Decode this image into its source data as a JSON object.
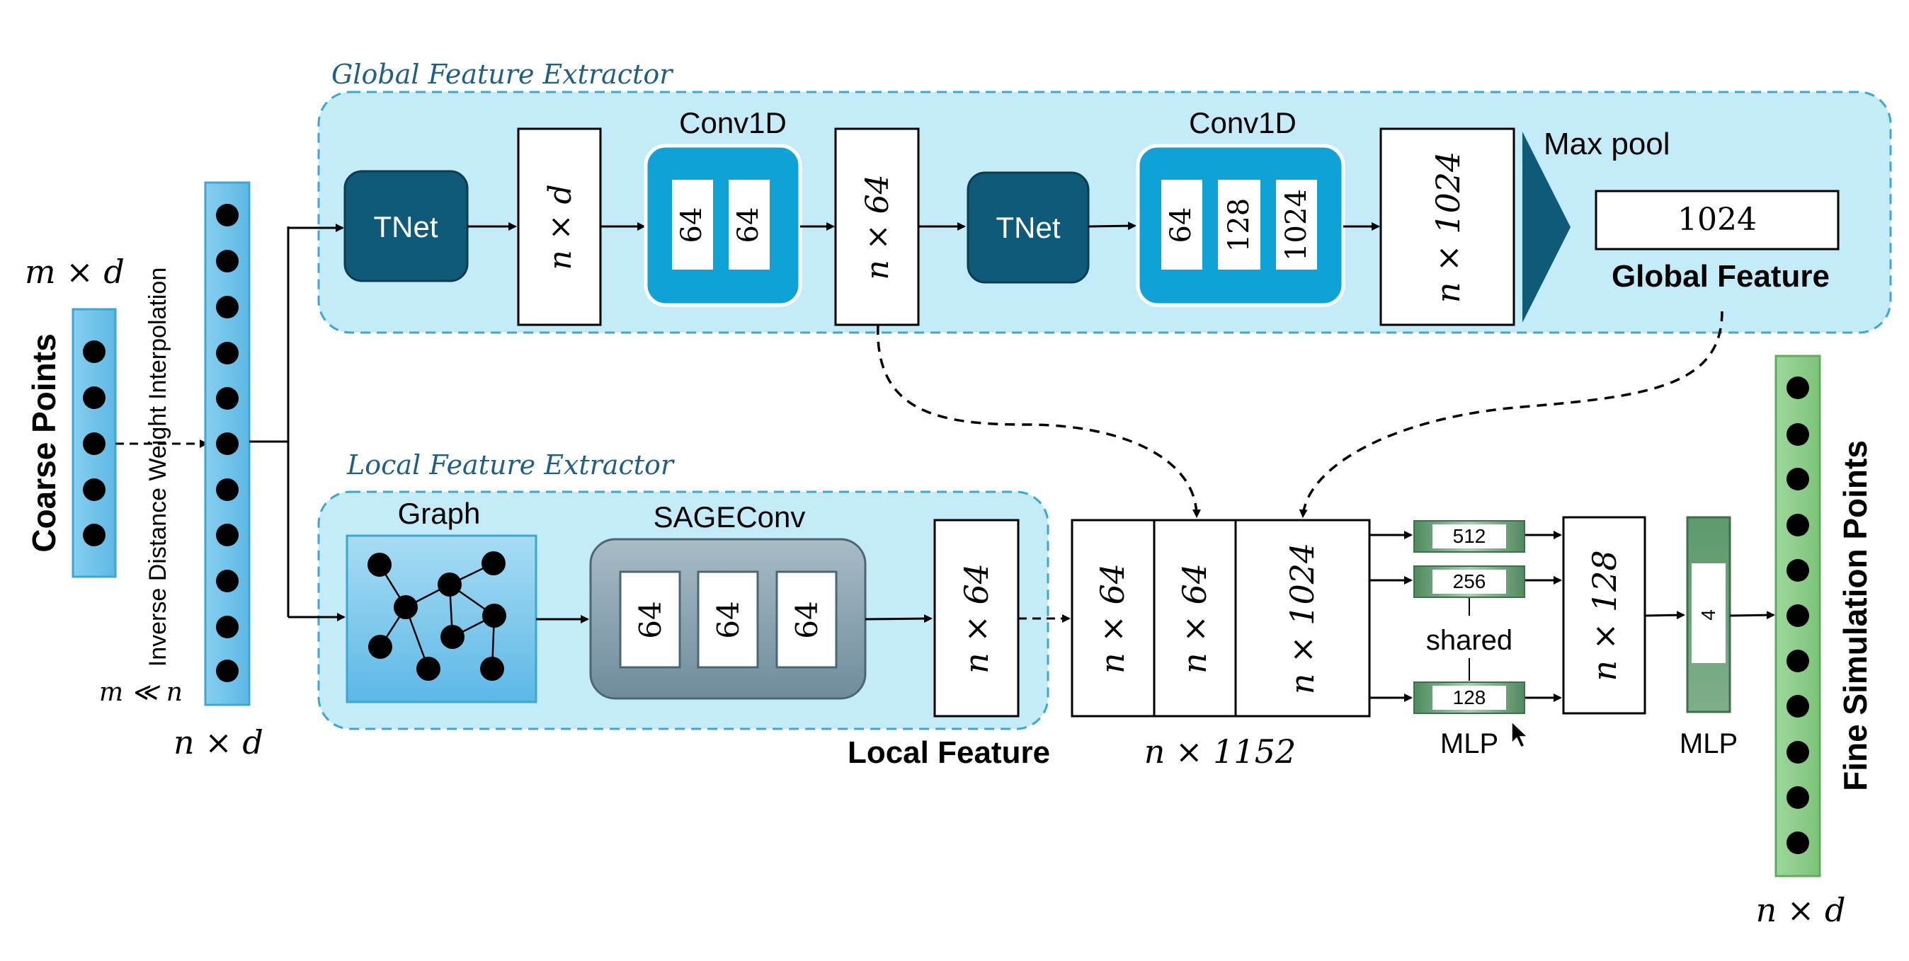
{
  "global_extractor": {
    "title": "Global Feature Extractor",
    "tnet1": "TNet",
    "dim1": "n × d",
    "conv1_title": "Conv1D",
    "conv1_units": [
      "64",
      "64"
    ],
    "dim2": "n × 64",
    "tnet2": "TNet",
    "conv2_title": "Conv1D",
    "conv2_units": [
      "64",
      "128",
      "1024"
    ],
    "dim3": "n × 1024",
    "maxpool_label": "Max pool",
    "global_value": "1024",
    "global_label": "Global Feature"
  },
  "input": {
    "label": "Coarse Points",
    "dim": "m × d",
    "interp_label": "Inverse Distance Weight  Interpolation",
    "relation": "m ≪ n",
    "interp_dim": "n × d"
  },
  "local_extractor": {
    "title": "Local Feature Extractor",
    "graph_label": "Graph",
    "sage_title": "SAGEConv",
    "sage_units": [
      "64",
      "64",
      "64"
    ],
    "dim": "n × 64",
    "local_label": "Local Feature"
  },
  "concat": {
    "cols": [
      "n × 64",
      "n × 64",
      "n × 1024"
    ],
    "dim": "n × 1152"
  },
  "mlp1": {
    "units": [
      "512",
      "256",
      "128"
    ],
    "shared_label": "shared",
    "label": "MLP"
  },
  "mlp1_out": "n × 128",
  "mlp2": {
    "unit": "4",
    "label": "MLP"
  },
  "output": {
    "label": "Fine Simulation Points",
    "dim": "n × d"
  },
  "colors": {
    "panel_fill": "#c4ebf8",
    "panel_border": "#3aa7d4",
    "tnet": "#0e5a78",
    "conv": "#0ea2d6",
    "sage": "#8aa6b4",
    "blue_column": "#6fc3ea",
    "green_column": "#8fd08e",
    "mlp_green": "#6e9c78",
    "caption": "#1f5f86"
  }
}
